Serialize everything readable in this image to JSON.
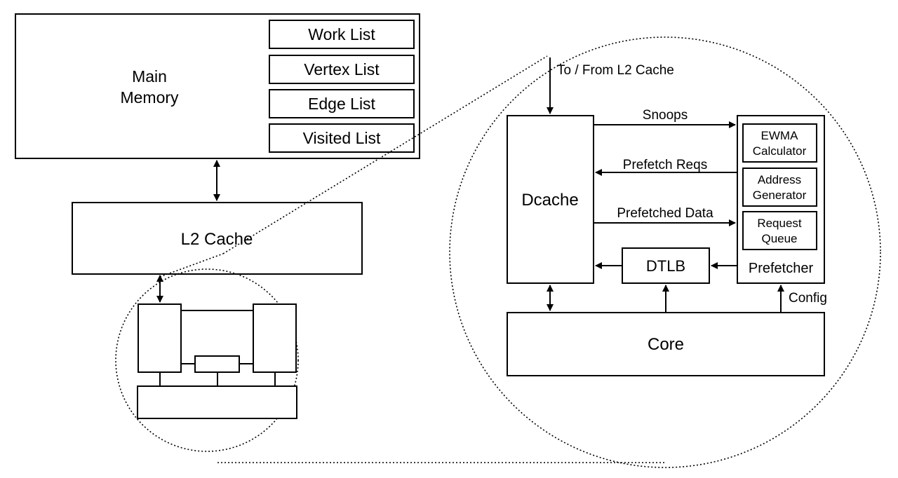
{
  "main_memory": {
    "label_line1": "Main",
    "label_line2": "Memory",
    "lists": [
      "Work List",
      "Vertex List",
      "Edge List",
      "Visited List"
    ]
  },
  "l2_cache": {
    "label": "L2 Cache"
  },
  "detail": {
    "to_from_label": "To / From L2 Cache",
    "dcache_label": "Dcache",
    "dtlb_label": "DTLB",
    "core_label": "Core",
    "prefetcher_label": "Prefetcher",
    "config_label": "Config",
    "signals": {
      "snoops": "Snoops",
      "prefetch_reqs": "Prefetch Reqs",
      "prefetched_data": "Prefetched Data"
    },
    "prefetcher_units": [
      {
        "line1": "EWMA",
        "line2": "Calculator"
      },
      {
        "line1": "Address",
        "line2": "Generator"
      },
      {
        "line1": "Request",
        "line2": "Queue"
      }
    ]
  }
}
